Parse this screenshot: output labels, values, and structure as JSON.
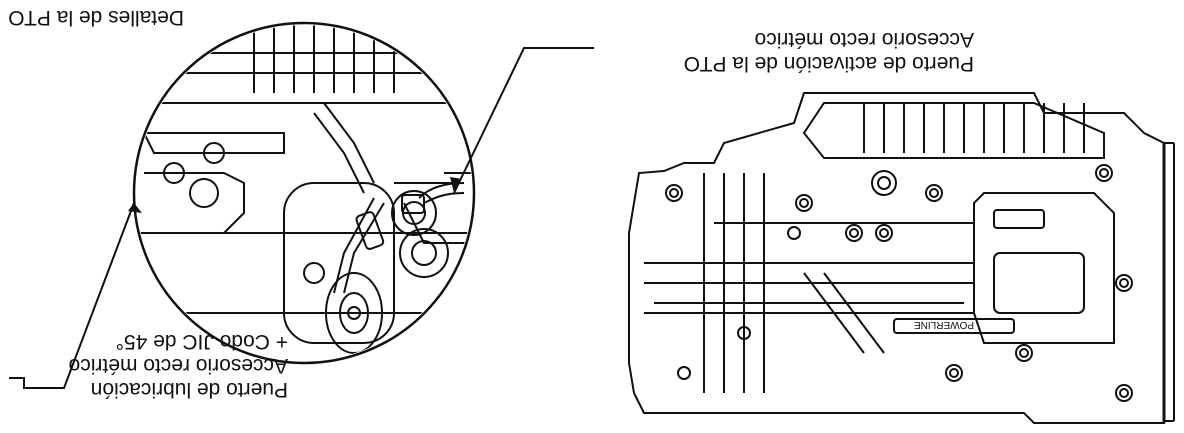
{
  "labels": {
    "pto_details": "Detalles de la PTO",
    "pto_activation_port": [
      "Puerto de activación de la PTO",
      "Accesorio recto métrico"
    ],
    "lubrication_port": [
      "Puerto de lubricación",
      "Accesorio recto métrico",
      "+ Codo JIC de 45°"
    ],
    "brand_plate": "POWERLINE"
  }
}
